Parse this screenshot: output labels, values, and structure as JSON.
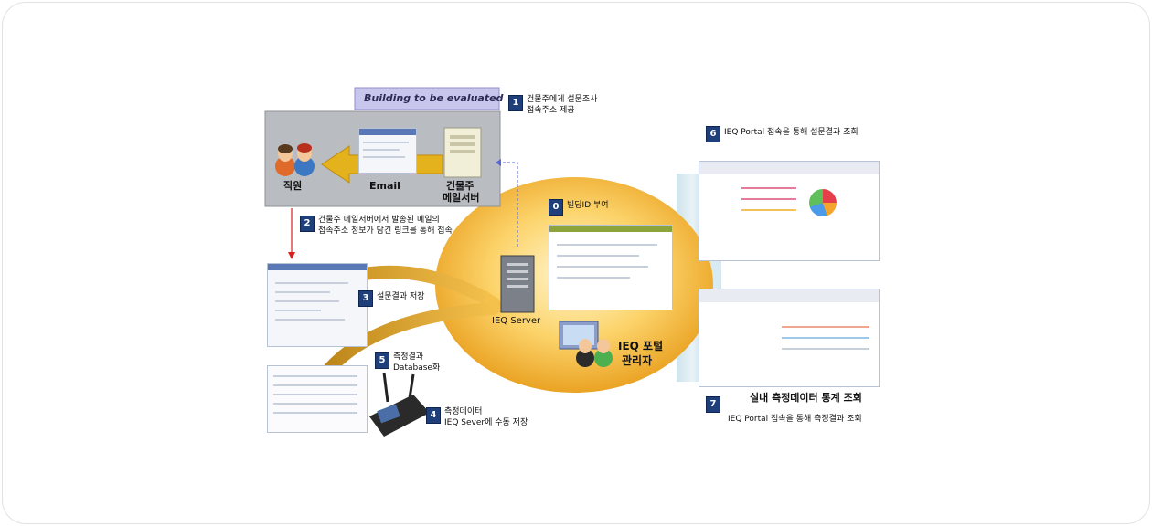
{
  "header": {
    "building_label": "Building to be evaluated"
  },
  "labels": {
    "staff": "직원",
    "email": "Email",
    "server_owner_line1": "건물주",
    "server_owner_line2": "메일서버",
    "ieq_server": "IEQ Server",
    "portal_admin_line1": "IEQ 포털",
    "portal_admin_line2": "관리자"
  },
  "steps": [
    {
      "num": "0",
      "lines": [
        "빌딩ID 부여"
      ]
    },
    {
      "num": "1",
      "lines": [
        "건물주에게 설문조사",
        "접속주소 제공"
      ]
    },
    {
      "num": "2",
      "lines": [
        "건물주 메일서버에서 발송된 메일의",
        "접속주소 정보가 담긴 링크를 통해 접속"
      ]
    },
    {
      "num": "3",
      "lines": [
        "설문결과 저장"
      ]
    },
    {
      "num": "4",
      "lines": [
        "측정데이터",
        "IEQ Sever에 수동 저장"
      ]
    },
    {
      "num": "5",
      "lines": [
        "측정결과",
        "Database화"
      ]
    },
    {
      "num": "6",
      "lines": [
        "IEQ Portal 접속을 통해 설문결과 조회"
      ]
    },
    {
      "num": "7",
      "lines": [
        "실내  측정데이터 통계 조회",
        "IEQ Portal 접속을 통해 측정결과 조회"
      ]
    }
  ],
  "colors": {
    "badge": "#1f3f7a",
    "ellipse": "#f7b733",
    "arrow": "#e0a52a",
    "panel": "#b9bcc1",
    "header_band": "#c9c6ee"
  }
}
